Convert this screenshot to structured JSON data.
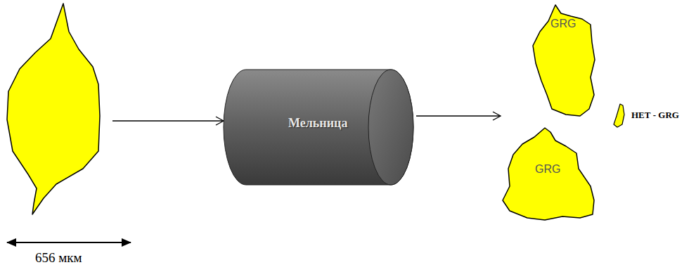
{
  "diagram": {
    "nodes": [
      {
        "text": [
          "Мельница"
        ]
      },
      {
        "text": [
          "GRG"
        ]
      },
      {
        "text": [
          "GRG"
        ]
      },
      {
        "text": [
          "НЕТ - GRG"
        ]
      }
    ],
    "labels": [
      "656 мкм"
    ]
  }
}
